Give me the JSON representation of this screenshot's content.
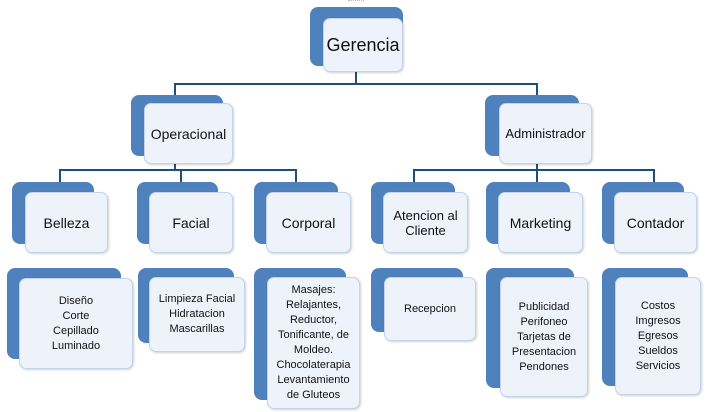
{
  "colors": {
    "back": "#4f81bd",
    "front": "#eef3fb",
    "line": "#1f4e79"
  },
  "tree": {
    "root": {
      "label": "Gerencia"
    },
    "level1": [
      {
        "label": "Operacional"
      },
      {
        "label": "Administrador"
      }
    ],
    "level2": [
      {
        "label": "Belleza"
      },
      {
        "label": "Facial"
      },
      {
        "label": "Corporal"
      },
      {
        "label": "Atencion al\nCliente"
      },
      {
        "label": "Marketing"
      },
      {
        "label": "Contador"
      }
    ],
    "level3": [
      {
        "items": [
          "Diseño",
          "Corte",
          "Cepillado",
          "Luminado"
        ]
      },
      {
        "items": [
          "Limpieza Facial",
          "Hidratacion",
          "Mascarillas"
        ]
      },
      {
        "items": [
          "Masajes:",
          "Relajantes,",
          "Reductor,",
          "Tonificante, de",
          "Moldeo.",
          "Chocolaterapia",
          "Levantamiento",
          "de Gluteos"
        ]
      },
      {
        "items": [
          "Recepcion"
        ]
      },
      {
        "items": [
          "Publicidad",
          "Perifoneo",
          "Tarjetas de",
          "Presentacion",
          "Pendones"
        ]
      },
      {
        "items": [
          "Costos",
          "Imgresos",
          "Egresos",
          "Sueldos",
          "Servicios"
        ]
      }
    ]
  }
}
